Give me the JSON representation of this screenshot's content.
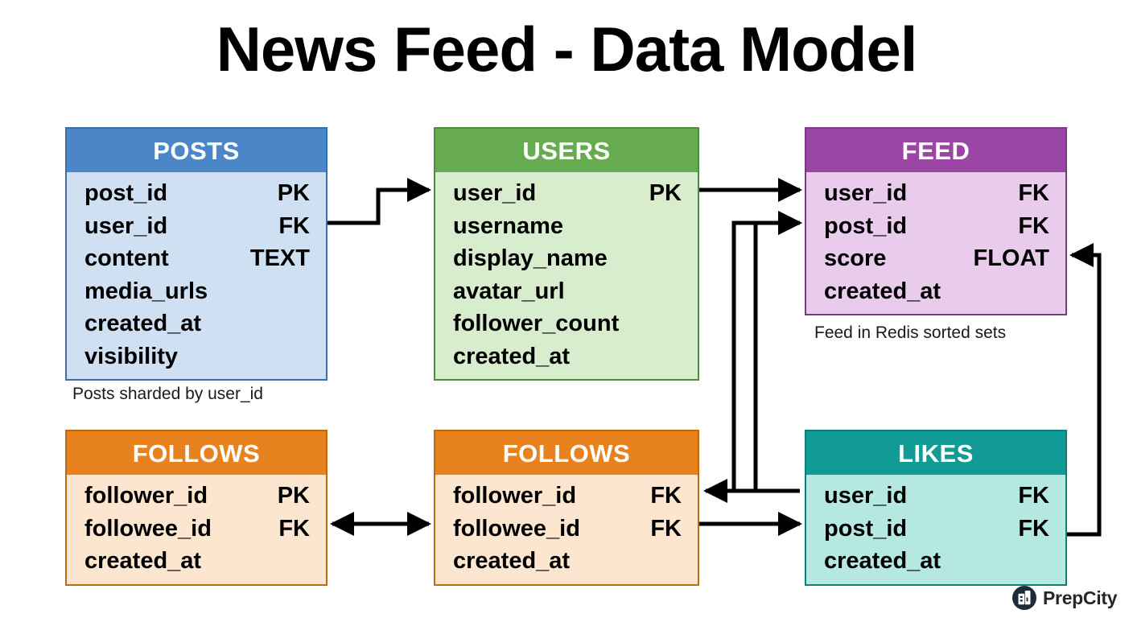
{
  "title": "News Feed - Data Model",
  "entities": [
    {
      "id": "posts",
      "name": "POSTS",
      "header_color": "#4a86c8",
      "body_color": "#cfe0f2",
      "fields": [
        {
          "name": "post_id",
          "key": "PK"
        },
        {
          "name": "user_id",
          "key": "FK"
        },
        {
          "name": "content",
          "key": "TEXT"
        },
        {
          "name": "media_urls",
          "key": ""
        },
        {
          "name": "created_at",
          "key": ""
        },
        {
          "name": "visibility",
          "key": ""
        }
      ]
    },
    {
      "id": "users",
      "name": "USERS",
      "header_color": "#67ab50",
      "body_color": "#d8ecce",
      "fields": [
        {
          "name": "user_id",
          "key": "PK"
        },
        {
          "name": "username",
          "key": ""
        },
        {
          "name": "display_name",
          "key": ""
        },
        {
          "name": "avatar_url",
          "key": ""
        },
        {
          "name": "follower_count",
          "key": ""
        },
        {
          "name": "created_at",
          "key": ""
        }
      ]
    },
    {
      "id": "feed",
      "name": "FEED",
      "header_color": "#9b46a4",
      "body_color": "#e9ccec",
      "fields": [
        {
          "name": "user_id",
          "key": "FK"
        },
        {
          "name": "post_id",
          "key": "FK"
        },
        {
          "name": "score",
          "key": "FLOAT"
        },
        {
          "name": "created_at",
          "key": ""
        }
      ]
    },
    {
      "id": "follows-left",
      "name": "FOLLOWS",
      "header_color": "#e8821e",
      "body_color": "#fce6cf",
      "fields": [
        {
          "name": "follower_id",
          "key": "PK"
        },
        {
          "name": "followee_id",
          "key": "FK"
        },
        {
          "name": "created_at",
          "key": ""
        }
      ]
    },
    {
      "id": "follows-mid",
      "name": "FOLLOWS",
      "header_color": "#e8821e",
      "body_color": "#fce6cf",
      "fields": [
        {
          "name": "follower_id",
          "key": "FK"
        },
        {
          "name": "followee_id",
          "key": "FK"
        },
        {
          "name": "created_at",
          "key": ""
        }
      ]
    },
    {
      "id": "likes",
      "name": "LIKES",
      "header_color": "#119b96",
      "body_color": "#b6e8e2",
      "fields": [
        {
          "name": "user_id",
          "key": "FK"
        },
        {
          "name": "post_id",
          "key": "FK"
        },
        {
          "name": "created_at",
          "key": ""
        }
      ]
    }
  ],
  "captions": [
    {
      "id": "posts-note",
      "text": "Posts sharded by user_id"
    },
    {
      "id": "feed-note",
      "text": "Feed in Redis sorted sets"
    }
  ],
  "brand": {
    "name": "PrepCity",
    "mark_color": "#1d2b3a",
    "mark_icon": "building-logo-icon"
  }
}
